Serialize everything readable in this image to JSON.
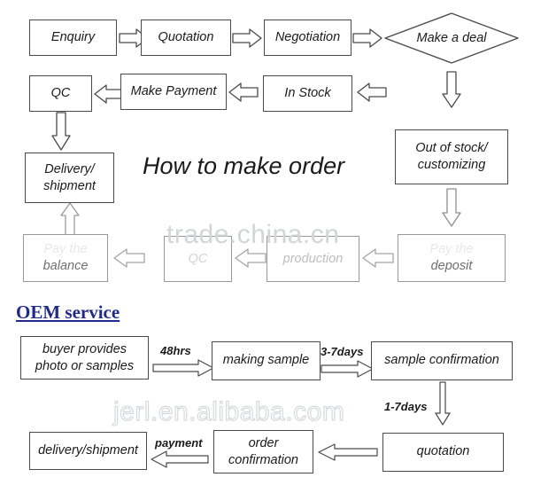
{
  "page": {
    "title": "How to make order",
    "section_heading": "OEM service",
    "watermarks": [
      {
        "text": "trade.china.cn",
        "style": "solid"
      },
      {
        "text": "jerl.en.alibaba.com",
        "style": "outline"
      }
    ]
  },
  "flow_main": {
    "row1": [
      {
        "id": "enquiry",
        "label": "Enquiry"
      },
      {
        "id": "quotation",
        "label": "Quotation"
      },
      {
        "id": "negotiation",
        "label": "Negotiation"
      },
      {
        "id": "make-a-deal",
        "label": "Make a deal",
        "shape": "diamond"
      }
    ],
    "row2": [
      {
        "id": "qc-top",
        "label": "QC"
      },
      {
        "id": "make-payment",
        "label": "Make Payment"
      },
      {
        "id": "in-stock",
        "label": "In Stock"
      }
    ],
    "row3": [
      {
        "id": "delivery-shipment",
        "label": "Delivery/\nshipment",
        "line1": "Delivery/",
        "line2": "shipment"
      },
      {
        "id": "out-of-stock",
        "label": "Out of stock/\ncustomizing",
        "line1": "Out of stock/",
        "line2": "customizing"
      }
    ],
    "row4": [
      {
        "id": "pay-the-balance",
        "line1": "Pay the",
        "line2": "balance"
      },
      {
        "id": "qc-bottom",
        "line1": "",
        "line2": "QC"
      },
      {
        "id": "production",
        "line1": "",
        "line2": "production"
      },
      {
        "id": "pay-the-deposit",
        "line1": "Pay the",
        "line2": "deposit"
      }
    ]
  },
  "flow_oem": {
    "row1": [
      {
        "id": "buyer-provides",
        "line1": "buyer provides",
        "line2": "photo or samples"
      },
      {
        "id": "making-sample",
        "label": "making sample"
      },
      {
        "id": "sample-confirmation",
        "label": "sample confirmation"
      }
    ],
    "row2": [
      {
        "id": "delivery-shipment-oem",
        "label": "delivery/shipment"
      },
      {
        "id": "order-confirmation",
        "line1": "order",
        "line2": "confirmation"
      },
      {
        "id": "quotation-oem",
        "label": "quotation"
      }
    ],
    "edge_labels": [
      {
        "id": "label-48hrs",
        "text": "48hrs"
      },
      {
        "id": "label-3-7days",
        "text": "3-7days"
      },
      {
        "id": "label-1-7days",
        "text": "1-7days"
      },
      {
        "id": "label-payment",
        "text": "payment"
      }
    ]
  },
  "colors": {
    "box_border": "#4a4a4a",
    "text": "#1b1b1b",
    "heading": "#1f2a8c",
    "watermark": "#d2d6d9"
  }
}
